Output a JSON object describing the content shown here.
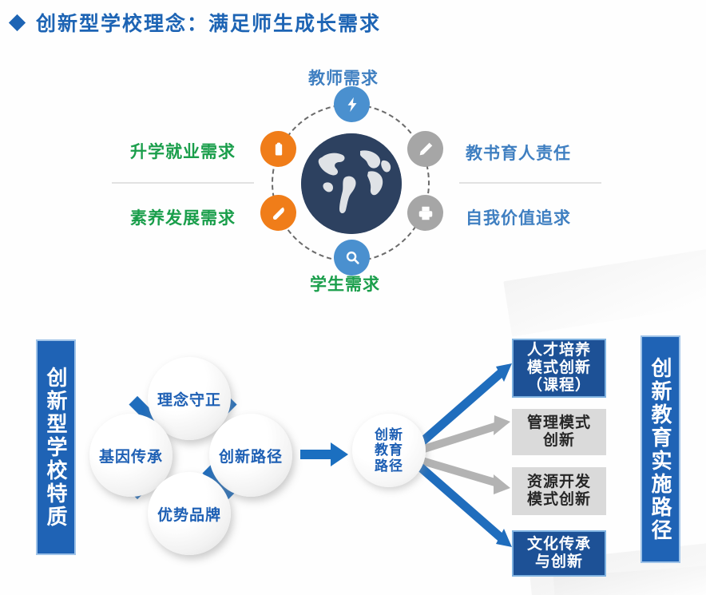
{
  "title": {
    "bullet_icon": "diamond-icon",
    "text": "创新型学校理念：满足师生成长需求"
  },
  "upper_diagram": {
    "center_icon": "globe-icon",
    "labels": {
      "top": "教师需求",
      "left_upper": "升学就业需求",
      "left_lower": "素养发展需求",
      "right_upper": "教书育人责任",
      "right_lower": "自我价值追求",
      "bottom": "学生需求"
    },
    "nodes": [
      {
        "icon": "lightning-bolt-icon",
        "color": "#4a90cf",
        "position": "top"
      },
      {
        "icon": "clipboard-icon",
        "color": "#f07d19",
        "position": "left-upper"
      },
      {
        "icon": "wrench-icon",
        "color": "#f07d19",
        "position": "left-lower"
      },
      {
        "icon": "pencil-icon",
        "color": "#a6a6a6",
        "position": "right-upper"
      },
      {
        "icon": "printer-icon",
        "color": "#a6a6a6",
        "position": "right-lower"
      },
      {
        "icon": "search-icon",
        "color": "#4a90cf",
        "position": "bottom"
      }
    ],
    "colors": {
      "green_label": "#1a9e4b",
      "blue_label": "#3f7fc1",
      "globe_fill": "#2d4160",
      "orange": "#f07d19",
      "blue": "#4a90cf",
      "gray": "#a6a6a6"
    }
  },
  "lower_diagram": {
    "left_banner": "创新型学校特质",
    "right_banner": "创新教育实施路径",
    "bubbles": {
      "top": "理念守正",
      "left": "基因传承",
      "right": "创新路径",
      "bottom": "优势品牌"
    },
    "hub": {
      "line1": "创新",
      "line2": "教育",
      "line3": "路径"
    },
    "outcomes": [
      {
        "line1": "人才培养",
        "line2": "模式创新",
        "line3": "（课程）",
        "style": "blue",
        "arrow_color": "#1f6dbd"
      },
      {
        "line1": "管理模式",
        "line2": "创新",
        "line3": "",
        "style": "gray",
        "arrow_color": "#b3b3b3"
      },
      {
        "line1": "资源开发",
        "line2": "模式创新",
        "line3": "",
        "style": "gray",
        "arrow_color": "#b3b3b3"
      },
      {
        "line1": "文化传承",
        "line2": "与创新",
        "line3": "",
        "style": "blue",
        "arrow_color": "#1f6dbd"
      }
    ],
    "colors": {
      "banner_bg": "#1f63b5",
      "banner_border": "#9fc3e8",
      "bubble_text": "#1d5fb4",
      "connector": "#1f6dbd",
      "box_blue_bg": "#1d5196",
      "box_gray_bg": "#dadada"
    }
  }
}
